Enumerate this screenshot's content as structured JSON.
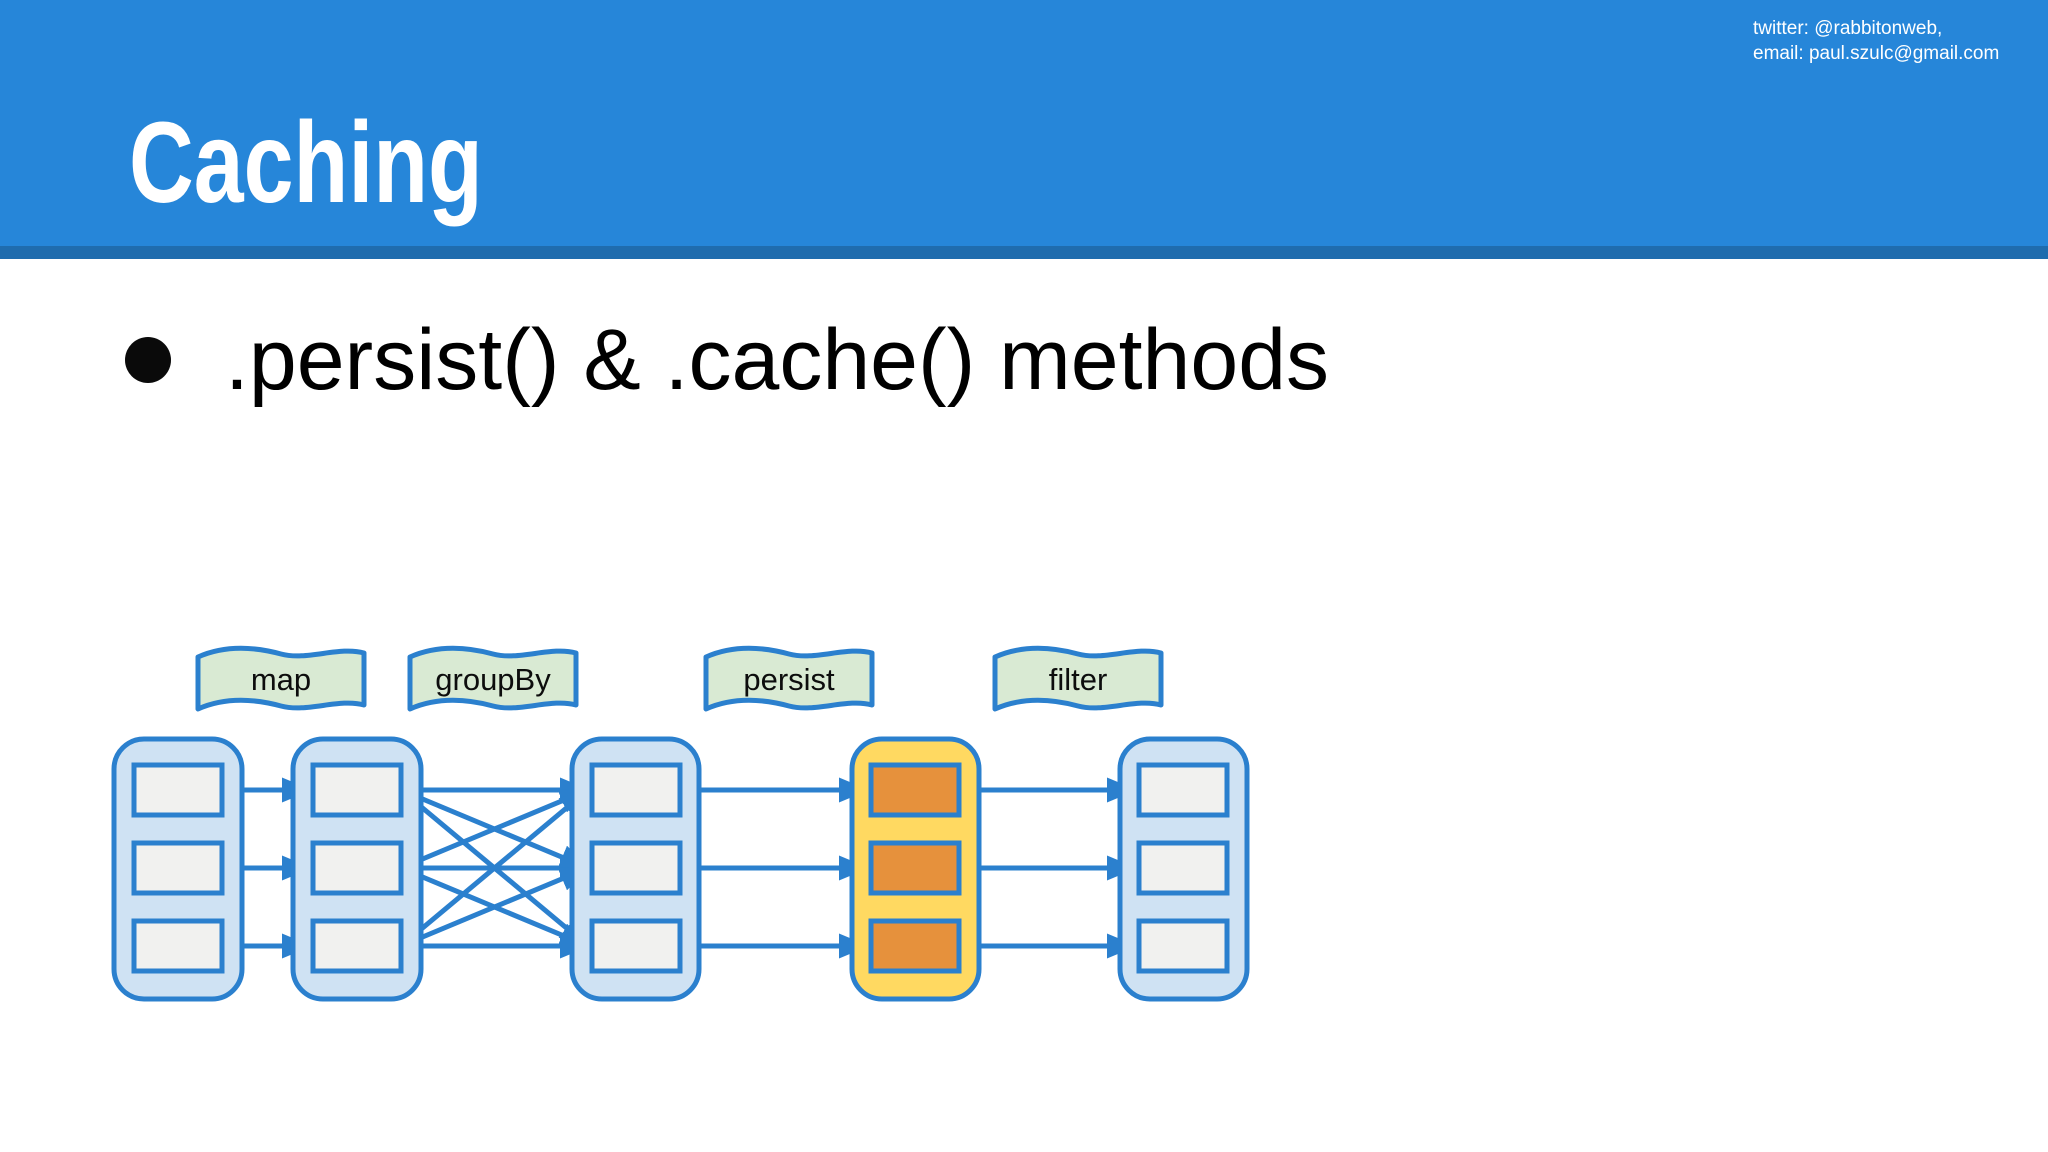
{
  "slide": {
    "title": "Caching",
    "contact": {
      "line1": "twitter: @rabbitonweb,",
      "line2": "email: paul.szulc@gmail.com"
    },
    "bullet": ".persist() & .cache() methods"
  },
  "diagram": {
    "type": "rdd-pipeline",
    "flags": [
      {
        "label": "map"
      },
      {
        "label": "groupBy"
      },
      {
        "label": "persist"
      },
      {
        "label": "filter"
      }
    ],
    "columns": [
      {
        "name": "rdd-1",
        "partitions": 3,
        "cached": false
      },
      {
        "name": "rdd-2",
        "partitions": 3,
        "cached": false
      },
      {
        "name": "rdd-3",
        "partitions": 3,
        "cached": false
      },
      {
        "name": "rdd-4",
        "partitions": 3,
        "cached": true
      },
      {
        "name": "rdd-5",
        "partitions": 3,
        "cached": false
      }
    ],
    "edges": [
      {
        "from": "rdd-1",
        "to": "rdd-2",
        "pattern": "one-to-one"
      },
      {
        "from": "rdd-2",
        "to": "rdd-3",
        "pattern": "all-to-all"
      },
      {
        "from": "rdd-3",
        "to": "rdd-4",
        "pattern": "one-to-one"
      },
      {
        "from": "rdd-4",
        "to": "rdd-5",
        "pattern": "one-to-one"
      }
    ]
  },
  "colors": {
    "header_blue": "#2686D9",
    "header_strip": "#1F6CAE",
    "stroke_blue": "#2B80CE",
    "rdd_fill": "#CFE2F3",
    "partition_fill": "#F1F1EF",
    "cached_rdd_fill": "#FFD961",
    "cached_partition_fill": "#E6913C",
    "flag_fill": "#D9EAD3",
    "title_text": "#FFFFFF",
    "body_text": "#000000"
  }
}
